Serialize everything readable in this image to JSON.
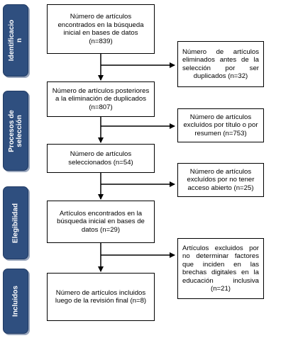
{
  "stages": [
    {
      "id": "identificacion",
      "label_lines": [
        "Identificacio",
        "n"
      ]
    },
    {
      "id": "seleccion",
      "label_lines": [
        "Procesos de",
        "selección"
      ]
    },
    {
      "id": "elegibilidad",
      "label_lines": [
        "Elegibilidad"
      ]
    },
    {
      "id": "incluidos",
      "label_lines": [
        "Incluidos"
      ]
    }
  ],
  "main_boxes": [
    {
      "id": "inicial",
      "text": "Número de artículos encontrados en la búsqueda inicial en bases de datos (n=839)"
    },
    {
      "id": "posteriores",
      "text": "Número de artículos posteriores a la eliminación de duplicados (n=807)"
    },
    {
      "id": "seleccionados",
      "text": "Número de artículos seleccionados (n=54)"
    },
    {
      "id": "encontrados",
      "text": "Artículos encontrados en la búsqueda inicial en bases de datos (n=29)"
    },
    {
      "id": "finales",
      "text": "Número de artículos incluidos luego de la revisión final (n=8)"
    }
  ],
  "side_boxes": [
    {
      "id": "duplicados",
      "text": "Número de artículos eliminados antes de la selección por ser duplicados (n=32)"
    },
    {
      "id": "titulo",
      "text": "Número de artículos excluídos por título o por resumen (n=753)"
    },
    {
      "id": "acceso",
      "text": "Número de artículos excluídos por no tener acceso abierto (n=25)"
    },
    {
      "id": "factores",
      "text": "Artículos excluidos por no determinar factores que inciden en las brechas digitales en la educación inclusiva (n=21)"
    }
  ],
  "colors": {
    "stage_fill": "#2f4f7f",
    "stage_text": "#ffffff",
    "line": "#000000"
  }
}
